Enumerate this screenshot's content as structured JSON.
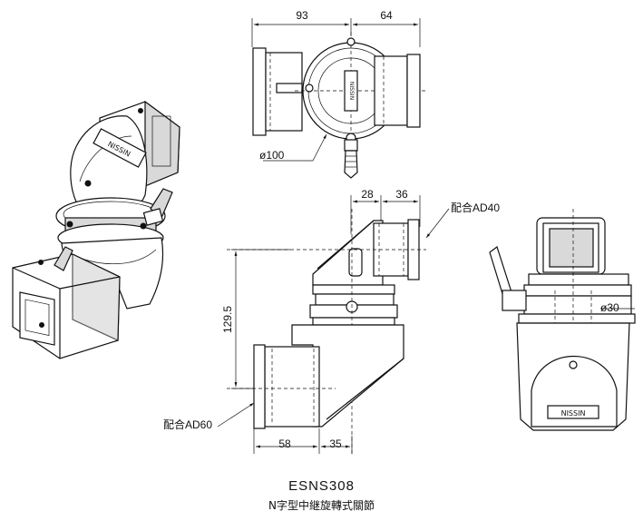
{
  "product": {
    "model": "ESNS308",
    "description": "N字型中継旋轉式關節"
  },
  "dimensions": {
    "top_width_left": "93",
    "top_width_right": "64",
    "top_diameter": "ø100",
    "front_offset_a": "28",
    "front_offset_b": "36",
    "front_height": "129.5",
    "front_bottom_a": "58",
    "front_bottom_b": "35",
    "side_diameter": "ø30"
  },
  "annotations": {
    "fit_upper": "配合AD40",
    "fit_lower": "配合AD60"
  }
}
